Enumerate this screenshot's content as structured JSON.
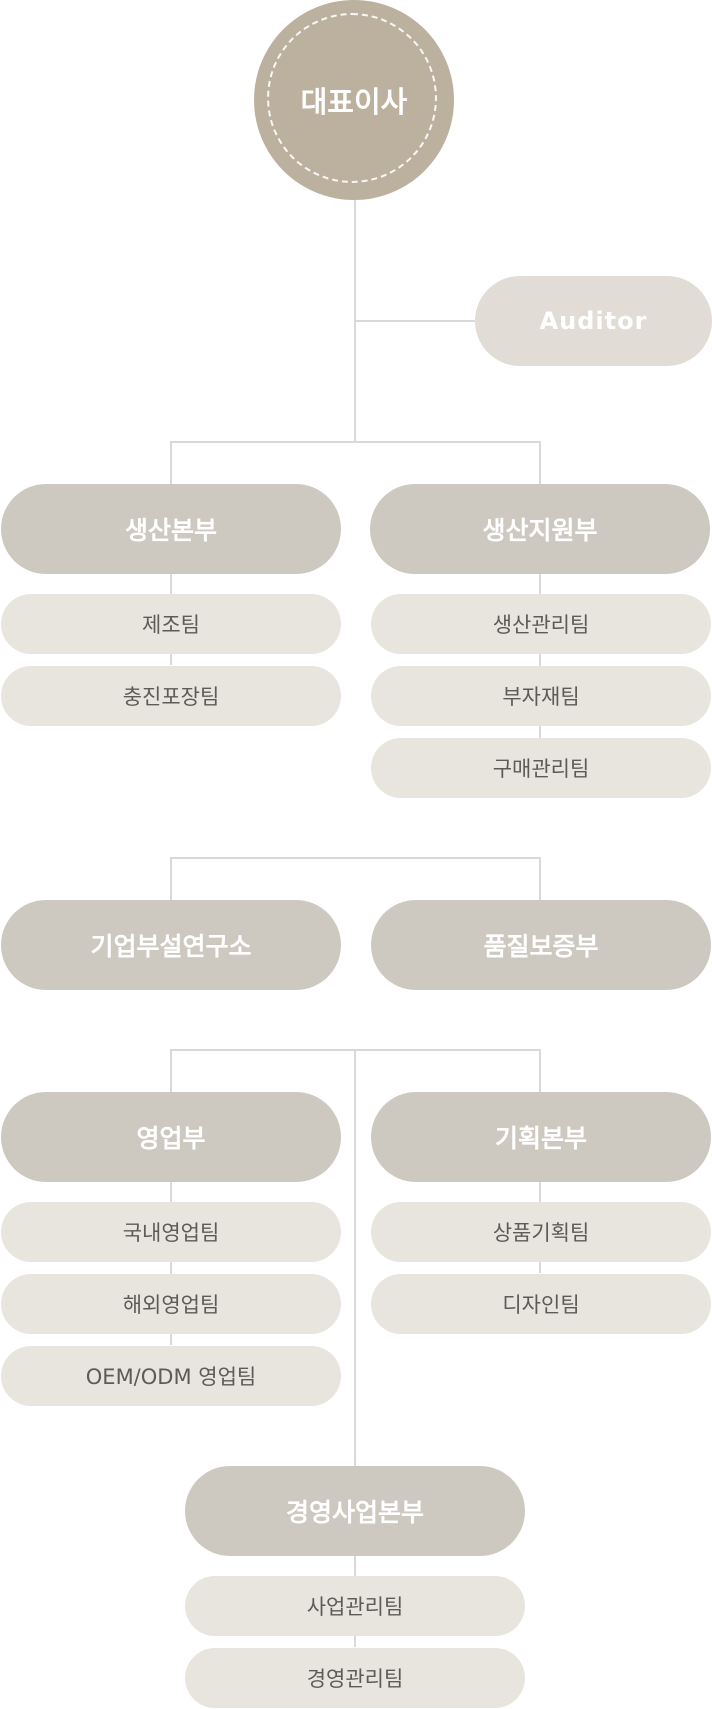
{
  "ceo": {
    "label": "대표이사"
  },
  "auditor": {
    "label": "Auditor"
  },
  "groups": {
    "production": {
      "label": "생산본부",
      "teams": [
        "제조팀",
        "충진포장팀"
      ]
    },
    "production_support": {
      "label": "생산지원부",
      "teams": [
        "생산관리팀",
        "부자재팀",
        "구매관리팀"
      ]
    },
    "research": {
      "label": "기업부설연구소"
    },
    "quality": {
      "label": "품질보증부"
    },
    "sales": {
      "label": "영업부",
      "teams": [
        "국내영업팀",
        "해외영업팀",
        "OEM/ODM 영업팀"
      ]
    },
    "planning": {
      "label": "기획본부",
      "teams": [
        "상품기획팀",
        "디자인팀"
      ]
    },
    "management": {
      "label": "경영사업본부",
      "teams": [
        "사업관리팀",
        "경영관리팀"
      ]
    }
  },
  "colors": {
    "ceo": "#bcb09e",
    "department": "#cdc8c0",
    "team": "#e8e5df",
    "auditor": "#e1ddd6",
    "connector": "#d9d9d9"
  }
}
